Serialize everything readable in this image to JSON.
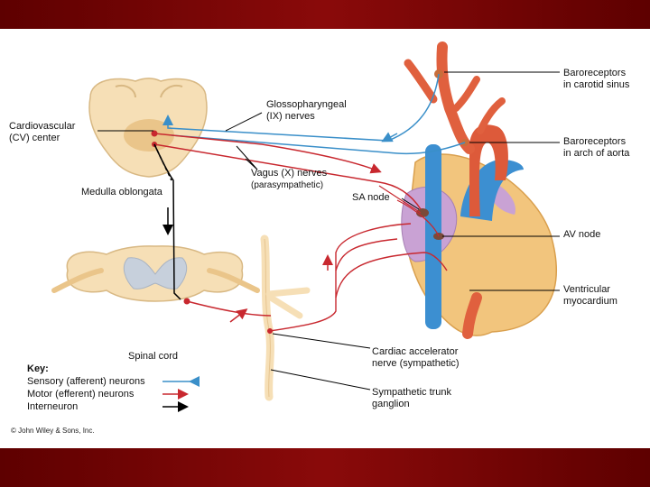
{
  "colors": {
    "sensory": "#3a8fc9",
    "motor": "#c8282f",
    "interneuron": "#000000",
    "frame": "#7a0505"
  },
  "labels": {
    "cv_center_1": "Cardiovascular",
    "cv_center_2": "(CV) center",
    "medulla": "Medulla oblongata",
    "glosso_1": "Glossopharyngeal",
    "glosso_2": "(IX) nerves",
    "vagus_1": "Vagus (X) nerves",
    "vagus_2": "(parasympathetic)",
    "sa_node": "SA node",
    "baro_carotid_1": "Baroreceptors",
    "baro_carotid_2": "in carotid sinus",
    "baro_aorta_1": "Baroreceptors",
    "baro_aorta_2": "in arch of aorta",
    "av_node": "AV node",
    "ventricular_1": "Ventricular",
    "ventricular_2": "myocardium",
    "spinal_cord": "Spinal cord",
    "accel_1": "Cardiac accelerator",
    "accel_2": "nerve (sympathetic)",
    "trunk_1": "Sympathetic trunk",
    "trunk_2": "ganglion"
  },
  "key": {
    "title": "Key:",
    "items": [
      {
        "label": "Sensory (afferent) neurons",
        "color": "#3a8fc9"
      },
      {
        "label": "Motor (efferent) neurons",
        "color": "#c8282f"
      },
      {
        "label": "Interneuron",
        "color": "#000000"
      }
    ]
  },
  "copyright": "© John Wiley & Sons, Inc."
}
